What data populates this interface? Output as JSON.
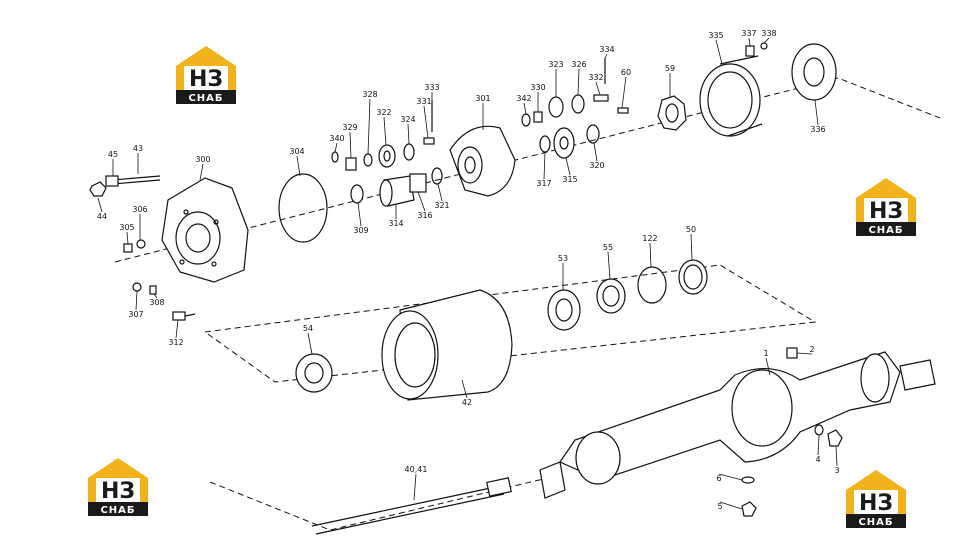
{
  "brand": {
    "logo_mark": "НЗ",
    "logo_text": "СНАБ",
    "colors": {
      "house": "#f2b21b",
      "dark": "#1a1a1a"
    }
  },
  "part_labels": [
    {
      "id": "45",
      "text": "45"
    },
    {
      "id": "43",
      "text": "43"
    },
    {
      "id": "44",
      "text": "44"
    },
    {
      "id": "300",
      "text": "300"
    },
    {
      "id": "306",
      "text": "306"
    },
    {
      "id": "305",
      "text": "305"
    },
    {
      "id": "307",
      "text": "307"
    },
    {
      "id": "308",
      "text": "308"
    },
    {
      "id": "312",
      "text": "312"
    },
    {
      "id": "304",
      "text": "304"
    },
    {
      "id": "340",
      "text": "340"
    },
    {
      "id": "329",
      "text": "329"
    },
    {
      "id": "328",
      "text": "328"
    },
    {
      "id": "322",
      "text": "322"
    },
    {
      "id": "324",
      "text": "324"
    },
    {
      "id": "331",
      "text": "331"
    },
    {
      "id": "333",
      "text": "333"
    },
    {
      "id": "309",
      "text": "309"
    },
    {
      "id": "314",
      "text": "314"
    },
    {
      "id": "316",
      "text": "316"
    },
    {
      "id": "321",
      "text": "321"
    },
    {
      "id": "301",
      "text": "301"
    },
    {
      "id": "342",
      "text": "342"
    },
    {
      "id": "330",
      "text": "330"
    },
    {
      "id": "323",
      "text": "323"
    },
    {
      "id": "326",
      "text": "326"
    },
    {
      "id": "332",
      "text": "332"
    },
    {
      "id": "334",
      "text": "334"
    },
    {
      "id": "60",
      "text": "60"
    },
    {
      "id": "317",
      "text": "317"
    },
    {
      "id": "315",
      "text": "315"
    },
    {
      "id": "320",
      "text": "320"
    },
    {
      "id": "59",
      "text": "59"
    },
    {
      "id": "335",
      "text": "335"
    },
    {
      "id": "337",
      "text": "337"
    },
    {
      "id": "338",
      "text": "338"
    },
    {
      "id": "336",
      "text": "336"
    },
    {
      "id": "53",
      "text": "53"
    },
    {
      "id": "55",
      "text": "55"
    },
    {
      "id": "122",
      "text": "122"
    },
    {
      "id": "50",
      "text": "50"
    },
    {
      "id": "54",
      "text": "54"
    },
    {
      "id": "42",
      "text": "42"
    },
    {
      "id": "1",
      "text": "1"
    },
    {
      "id": "2",
      "text": "2"
    },
    {
      "id": "4",
      "text": "4"
    },
    {
      "id": "3",
      "text": "3"
    },
    {
      "id": "6",
      "text": "6"
    },
    {
      "id": "5",
      "text": "5"
    },
    {
      "id": "40_41",
      "text": "40,41"
    }
  ]
}
